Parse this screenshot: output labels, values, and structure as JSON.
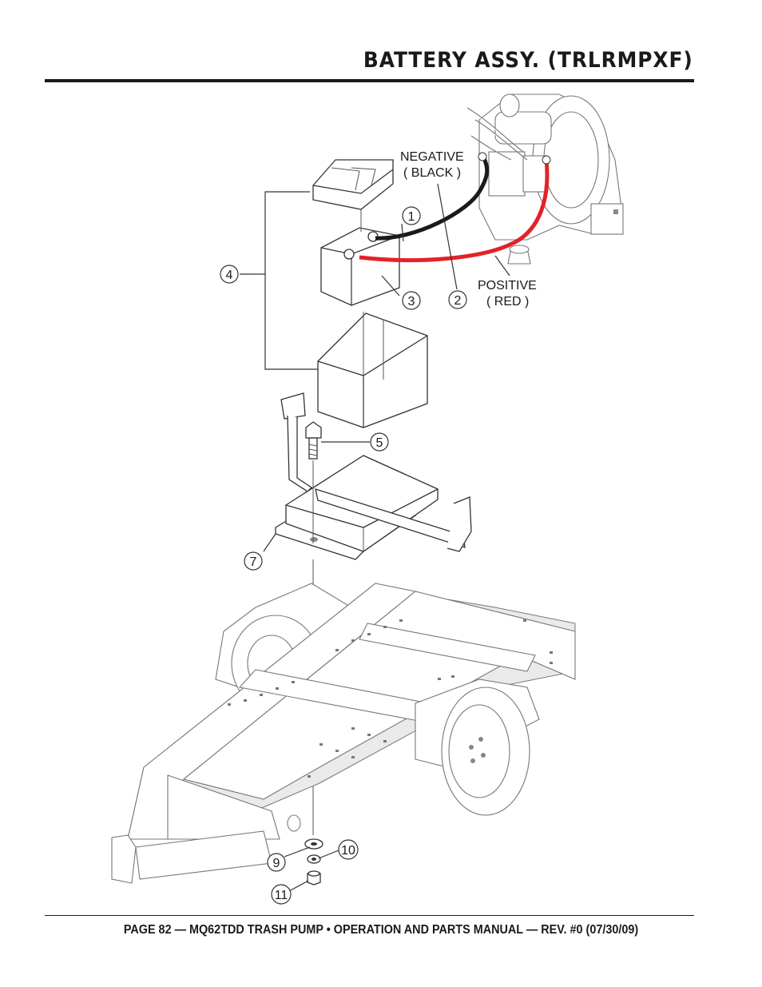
{
  "header": {
    "title": "BATTERY ASSY. (TRLRMPXF)"
  },
  "diagram": {
    "labels": {
      "negative": "NEGATIVE",
      "negative_color": "( BLACK )",
      "positive": "POSITIVE",
      "positive_color": "( RED )"
    },
    "callouts": [
      "1",
      "2",
      "3",
      "4",
      "5",
      "7",
      "9",
      "10",
      "11"
    ],
    "cable_colors": {
      "negative": "#1a1a1a",
      "positive": "#e32229"
    }
  },
  "footer": {
    "text": "PAGE 82 — MQ62TDD TRASH PUMP • OPERATION AND PARTS MANUAL — REV. #0 (07/30/09)"
  }
}
